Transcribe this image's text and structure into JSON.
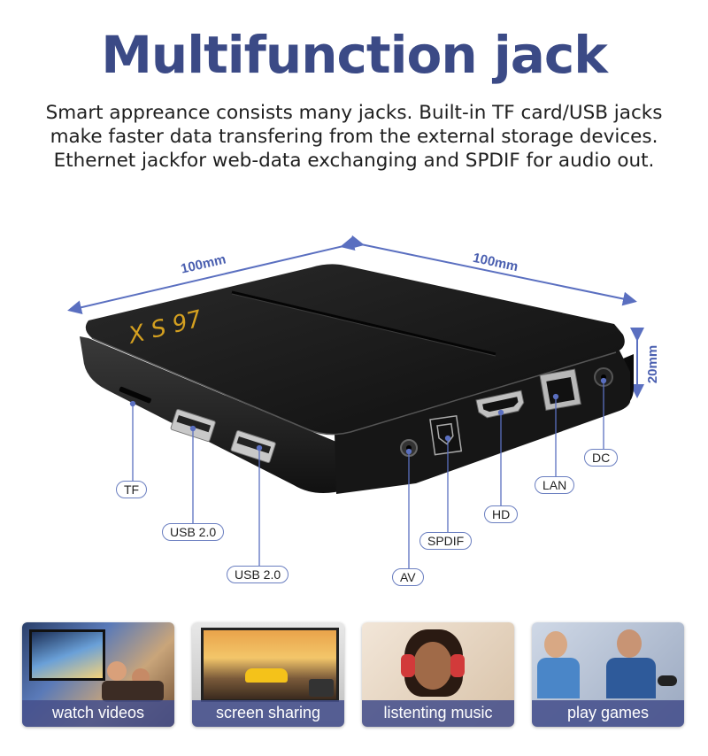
{
  "header": {
    "title": "Multifunction jack",
    "description_lines": [
      "Smart appreance consists many jacks. Built-in TF card/USB jacks",
      "make faster data transfering from the external storage devices.",
      " Ethernet jackfor web-data exchanging and SPDIF for audio out."
    ]
  },
  "device": {
    "logo_text": "X S 97",
    "dimensions": {
      "width_label": "100mm",
      "depth_label": "100mm",
      "height_label": "20mm"
    }
  },
  "ports": {
    "tf": "TF",
    "usb1": "USB 2.0",
    "usb2": "USB 2.0",
    "av": "AV",
    "spdif": "SPDIF",
    "hd": "HD",
    "lan": "LAN",
    "dc": "DC"
  },
  "features": [
    {
      "label": "watch videos",
      "icon": "tv-viewing-photo"
    },
    {
      "label": "screen sharing",
      "icon": "phone-car-game-photo"
    },
    {
      "label": "listenting music",
      "icon": "headphones-woman-photo"
    },
    {
      "label": "play games",
      "icon": "gamers-photo"
    }
  ],
  "colors": {
    "accent": "#3b4a86",
    "line": "#5a6fc0",
    "device_body": "#1a1a1a",
    "caption_bg": "#46508c"
  }
}
